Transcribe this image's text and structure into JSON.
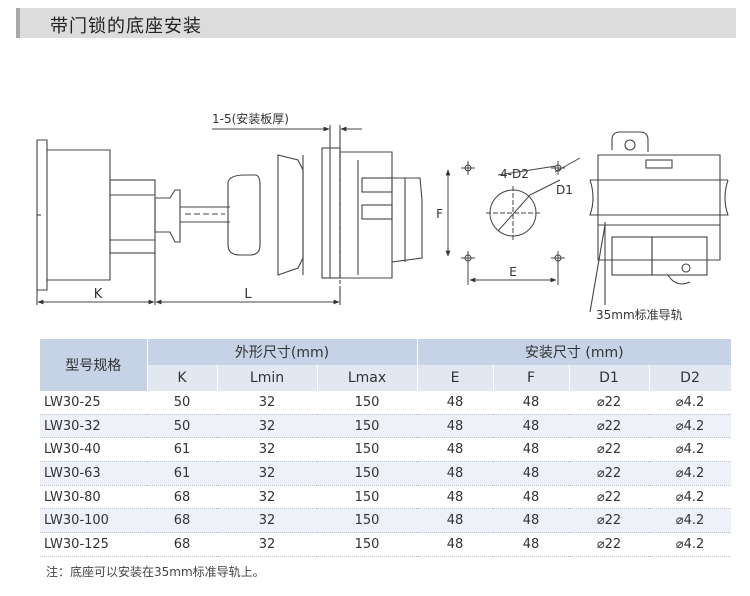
{
  "title": "带门锁的底座安装",
  "drawing": {
    "thickness_label": "1-5(安装板厚)",
    "k_label": "K",
    "l_label": "L",
    "hole_label": "4-D2",
    "d1_label": "D1",
    "f_label": "F",
    "e_label": "E",
    "rail_label": "35mm标准导轨"
  },
  "table": {
    "model_header": "型号规格",
    "outer_header": "外形尺寸(mm)",
    "mount_header": "安装尺寸 (mm)",
    "columns": [
      "K",
      "Lmin",
      "Lmax",
      "E",
      "F",
      "D1",
      "D2"
    ],
    "rows": [
      {
        "model": "LW30-25",
        "cells": [
          "50",
          "32",
          "150",
          "48",
          "48",
          "⌀22",
          "⌀4.2"
        ]
      },
      {
        "model": "LW30-32",
        "cells": [
          "50",
          "32",
          "150",
          "48",
          "48",
          "⌀22",
          "⌀4.2"
        ]
      },
      {
        "model": "LW30-40",
        "cells": [
          "61",
          "32",
          "150",
          "48",
          "48",
          "⌀22",
          "⌀4.2"
        ]
      },
      {
        "model": "LW30-63",
        "cells": [
          "61",
          "32",
          "150",
          "48",
          "48",
          "⌀22",
          "⌀4.2"
        ]
      },
      {
        "model": "LW30-80",
        "cells": [
          "68",
          "32",
          "150",
          "48",
          "48",
          "⌀22",
          "⌀4.2"
        ]
      },
      {
        "model": "LW30-100",
        "cells": [
          "68",
          "32",
          "150",
          "48",
          "48",
          "⌀22",
          "⌀4.2"
        ]
      },
      {
        "model": "LW30-125",
        "cells": [
          "68",
          "32",
          "150",
          "48",
          "48",
          "⌀22",
          "⌀4.2"
        ]
      }
    ]
  },
  "note": "注：底座可以安装在35mm标准导轨上。"
}
